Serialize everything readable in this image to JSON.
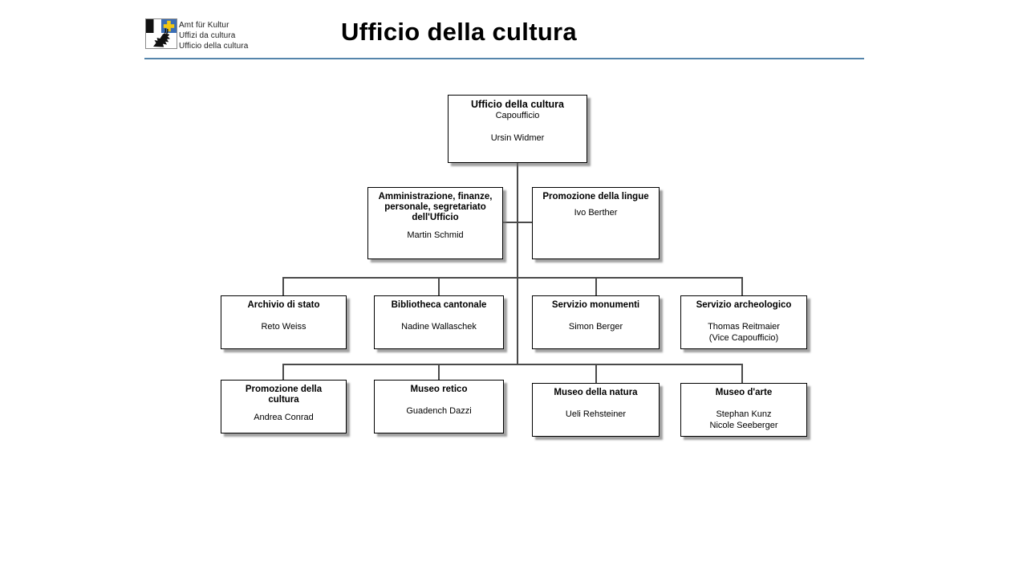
{
  "header": {
    "logo": {
      "emblem": "graubuenden-coat-of-arms",
      "emblem_colors": {
        "blue": "#3a6db5",
        "yellow": "#f2c713",
        "black": "#111111"
      },
      "line1": "Amt für Kultur",
      "line2": "Uffizi da cultura",
      "line3": "Ufficio della cultura"
    },
    "title": "Ufficio della cultura",
    "rule_color": "#5585ab"
  },
  "org": {
    "nodes": [
      {
        "title": "Ufficio della cultura",
        "subtitle": "Capoufficio",
        "name1": "Ursin Widmer"
      },
      {
        "title": "Amministrazione, finanze, personale, segretariato dell'Ufficio",
        "name1": "Martin Schmid"
      },
      {
        "title": "Promozione della lingue",
        "name1": "Ivo Berther"
      },
      {
        "title": "Archivio di stato",
        "name1": "Reto Weiss"
      },
      {
        "title": "Bibliotheca cantonale",
        "name1": "Nadine Wallaschek"
      },
      {
        "title": "Servizio monumenti",
        "name1": "Simon Berger"
      },
      {
        "title": "Servizio archeologico",
        "name1": "Thomas Reitmaier",
        "name2": "(Vice Capoufficio)"
      },
      {
        "title": "Promozione della cultura",
        "name1": "Andrea Conrad"
      },
      {
        "title": "Museo retico",
        "name1": "Guadench Dazzi"
      },
      {
        "title": "Museo della natura",
        "name1": "Ueli Rehsteiner"
      },
      {
        "title": "Museo d'arte",
        "name1": "Stephan Kunz",
        "name2": "Nicole Seeberger"
      }
    ]
  }
}
